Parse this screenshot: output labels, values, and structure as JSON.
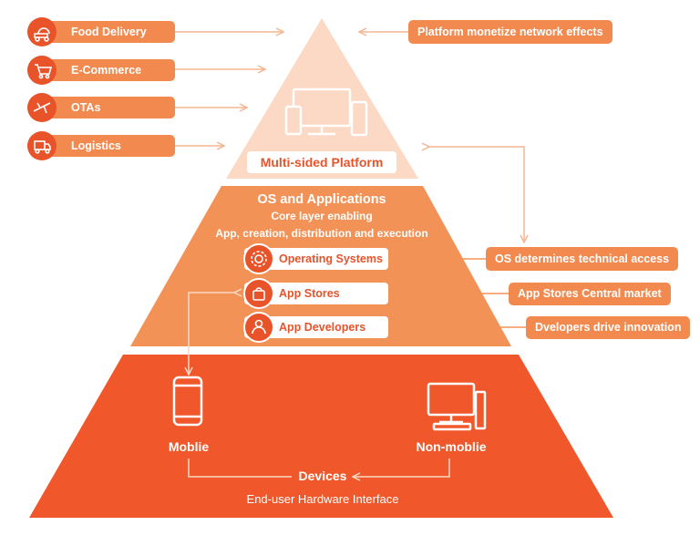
{
  "left_items": [
    {
      "label": "Food Delivery",
      "icon": "food-delivery-icon"
    },
    {
      "label": "E-Commerce",
      "icon": "shopping-cart-icon"
    },
    {
      "label": "OTAs",
      "icon": "airplane-icon"
    },
    {
      "label": "Logistics",
      "icon": "delivery-truck-icon"
    }
  ],
  "top_tier": {
    "title": "Multi-sided Platform",
    "icon": "computer-devices-icon",
    "note": "Platform monetize network effects"
  },
  "middle_tier": {
    "title": "OS and Applications",
    "subtitle_1": "Core layer enabling",
    "subtitle_2": "App, creation, distribution and execution",
    "items": [
      {
        "label": "Operating Systems",
        "icon": "gear-icon",
        "note": "OS determines technical access"
      },
      {
        "label": "App Stores",
        "icon": "shopping-bag-icon",
        "note": "App Stores Central market"
      },
      {
        "label": "App Developers",
        "icon": "user-icon",
        "note": "Dvelopers drive innovation"
      }
    ]
  },
  "bottom_tier": {
    "mobile_label": "Moblie",
    "mobile_icon": "smartphone-icon",
    "nonmobile_label": "Non-moblie",
    "nonmobile_icon": "desktop-computer-icon",
    "title": "Devices",
    "subtitle": "End-user Hardware Interface"
  },
  "colors": {
    "top": "#fbd9c4",
    "middle": "#f39257",
    "bottom": "#f0572a",
    "accent": "#e8532a",
    "pill": "#f28a50",
    "connector": "#f6b690"
  }
}
